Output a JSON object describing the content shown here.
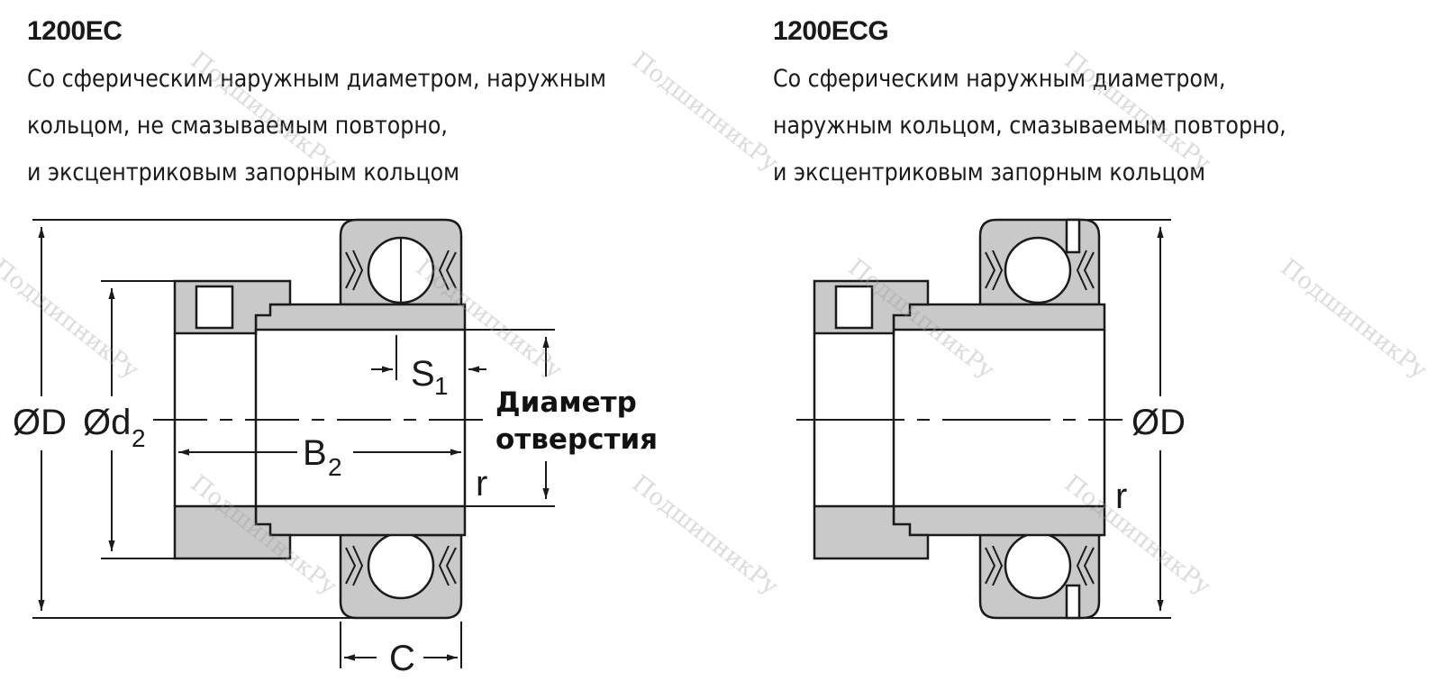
{
  "left": {
    "title": "1200EC",
    "desc": [
      "Со сферическим наружным диаметром, наружным",
      "кольцом, не смазываемым повторно,",
      "и эксцентриковым  запорным кольцом"
    ],
    "labels": {
      "outer_d": "ØD",
      "d2": "Ød",
      "d2_sub": "2",
      "s1": "S",
      "s1_sub": "1",
      "b2": "B",
      "b2_sub": "2",
      "r": "r",
      "c": "C",
      "bore_line1": "Диаметр",
      "bore_line2": "отверстия"
    }
  },
  "right": {
    "title": "1200ECG",
    "desc": [
      "Со сферическим наружным диаметром,",
      "наружным кольцом, смазываемым повторно,",
      "и эксцентриковым  запорным кольцом"
    ],
    "labels": {
      "outer_d": "ØD",
      "r": "r"
    }
  },
  "watermark": "ПодшипникРу",
  "colors": {
    "fill": "#c9c9c9",
    "stroke": "#1a1a1a"
  }
}
